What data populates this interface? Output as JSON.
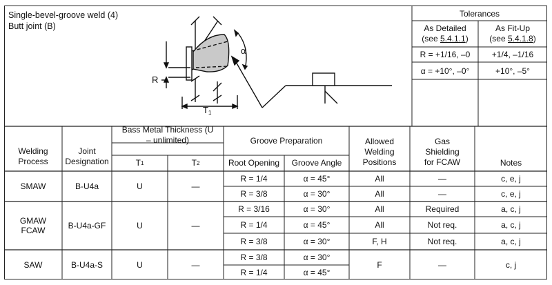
{
  "title": {
    "line1": "Single-bevel-groove weld (4)",
    "line2": "Butt joint (B)"
  },
  "tolerances": {
    "heading": "Tolerances",
    "as_detailed": "As Detailed",
    "as_detailed_ref_pre": "(see ",
    "as_detailed_ref": "5.4.1.1",
    "as_fitup": "As Fit-Up",
    "as_fitup_ref_pre": "(see ",
    "as_fitup_ref": "5.4.1.8",
    "ref_post": ")",
    "r_detailed": "R = +1/16, –0",
    "r_fitup": "+1/4, –1/16",
    "a_detailed": "α = +10°, –0°",
    "a_fitup": "+10°, –5°"
  },
  "figure_labels": {
    "alpha": "α",
    "r": "R",
    "t1": "T",
    "t1_sub": "1"
  },
  "headers": {
    "welding_process": [
      "Welding",
      "Process"
    ],
    "joint_designation": [
      "Joint",
      "Designation"
    ],
    "base_metal": [
      "Bass Metal Thickness (U",
      "– unlimited)"
    ],
    "t1": "T",
    "t1_sub": "1",
    "t2": "T",
    "t2_sub": "2",
    "groove_prep": "Groove Preparation",
    "root_opening": "Root Opening",
    "groove_angle": "Groove Angle",
    "allowed_positions": [
      "Allowed",
      "Welding",
      "Positions"
    ],
    "gas_shielding": [
      "Gas",
      "Shielding",
      "for FCAW"
    ],
    "notes": "Notes"
  },
  "groups": [
    {
      "process": [
        "SMAW"
      ],
      "joint": "B-U4a",
      "t1": "U",
      "t2": "—",
      "rows": [
        {
          "root": "R = 1/4",
          "angle": "α = 45°",
          "pos": "All",
          "gas": "—",
          "notes": "c, e, j"
        },
        {
          "root": "R = 3/8",
          "angle": "α = 30°",
          "pos": "All",
          "gas": "—",
          "notes": "c, e, j"
        }
      ]
    },
    {
      "process": [
        "GMAW",
        "FCAW"
      ],
      "joint": "B-U4a-GF",
      "t1": "U",
      "t2": "—",
      "rows": [
        {
          "root": "R = 3/16",
          "angle": "α = 30°",
          "pos": "All",
          "gas": "Required",
          "notes": "a, c, j"
        },
        {
          "root": "R = 1/4",
          "angle": "α = 45°",
          "pos": "All",
          "gas": "Not req.",
          "notes": "a, c, j"
        },
        {
          "root": "R = 3/8",
          "angle": "α = 30°",
          "pos": "F, H",
          "gas": "Not req.",
          "notes": "a, c, j"
        }
      ]
    },
    {
      "process": [
        "SAW"
      ],
      "joint": "B-U4a-S",
      "t1": "U",
      "t2": "—",
      "merged_pos": "F",
      "merged_gas": "—",
      "merged_notes": "c, j",
      "rows": [
        {
          "root": "R = 3/8",
          "angle": "α = 30°"
        },
        {
          "root": "R = 1/4",
          "angle": "α = 45°"
        }
      ]
    }
  ]
}
